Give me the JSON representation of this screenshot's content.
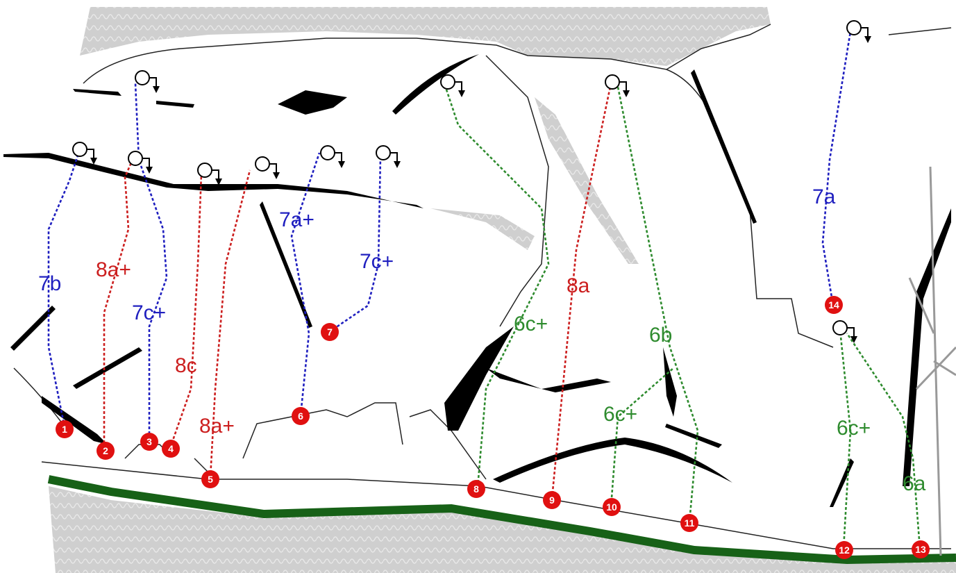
{
  "colors": {
    "blue": "#1f1fbf",
    "red": "#cc1f1f",
    "green": "#2e8b2e",
    "marker": "#e01010",
    "path": "#176117",
    "scree": "#c8c8c8"
  },
  "routes": [
    {
      "id": "r1",
      "grade": "7b",
      "color": "blue",
      "start": "1"
    },
    {
      "id": "r2",
      "grade": "8a+",
      "color": "red",
      "start": "2"
    },
    {
      "id": "r3",
      "grade": "7c+",
      "color": "blue",
      "start": "3"
    },
    {
      "id": "r4",
      "grade": "8c",
      "color": "red",
      "start": "4"
    },
    {
      "id": "r5",
      "grade": "8a+",
      "color": "red",
      "start": "5"
    },
    {
      "id": "r6",
      "grade": "7a+",
      "color": "blue",
      "start": "6"
    },
    {
      "id": "r7",
      "grade": "7c+",
      "color": "blue",
      "start": "7"
    },
    {
      "id": "r8",
      "grade": "6c+",
      "color": "green",
      "start": "8"
    },
    {
      "id": "r9",
      "grade": "8a",
      "color": "red",
      "start": "9"
    },
    {
      "id": "r10",
      "grade": "6c+",
      "color": "green",
      "start": "10"
    },
    {
      "id": "r11",
      "grade": "6b",
      "color": "green",
      "start": "11"
    },
    {
      "id": "r12",
      "grade": "6c+",
      "color": "green",
      "start": "12"
    },
    {
      "id": "r13",
      "grade": "6a",
      "color": "green",
      "start": "13"
    },
    {
      "id": "r14",
      "grade": "7a",
      "color": "blue",
      "start": "14"
    }
  ]
}
